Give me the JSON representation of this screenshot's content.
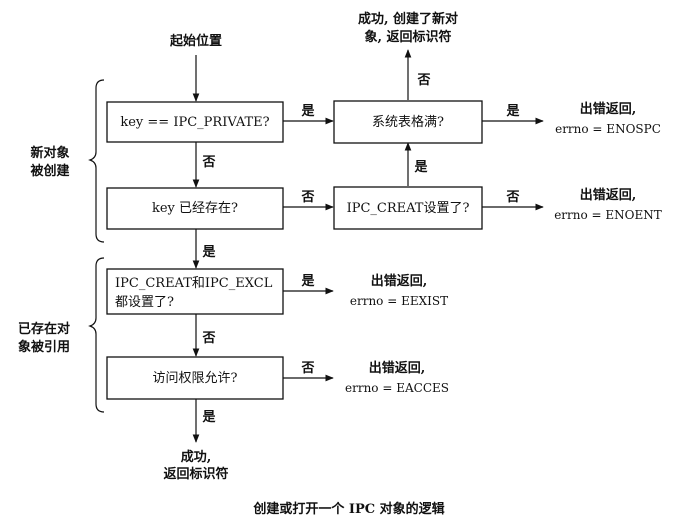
{
  "diagram": {
    "start_label": "起始位置",
    "groups": {
      "create": [
        "新对象",
        "被创建"
      ],
      "reference": [
        "已存在对",
        "象被引用"
      ]
    },
    "boxes": {
      "key_private": "key == IPC_PRIVATE?",
      "key_exists": "key 已经存在?",
      "table_full": "系统表格满?",
      "creat_set": "IPC_CREAT设置了?",
      "creat_excl": [
        "IPC_CREAT和IPC_EXCL",
        "都设置了?"
      ],
      "access_ok": "访问权限允许?"
    },
    "results": {
      "create_success": [
        "成功, 创建了新对",
        "象, 返回标识符"
      ],
      "enospc": [
        "出错返回,",
        "errno = ENOSPC"
      ],
      "enoent": [
        "出错返回,",
        "errno = ENOENT"
      ],
      "eexist": [
        "出错返回,",
        "errno = EEXIST"
      ],
      "eacces": [
        "出错返回,",
        "errno = EACCES"
      ],
      "ref_success": [
        "成功,",
        "返回标识符"
      ]
    },
    "edge_labels": {
      "yes": "是",
      "no": "否"
    },
    "caption": "创建或打开一个 IPC 对象的逻辑"
  }
}
